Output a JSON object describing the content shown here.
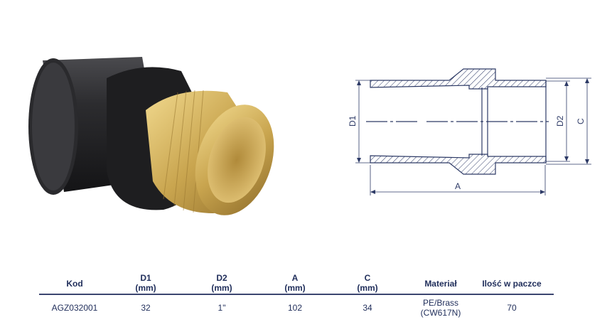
{
  "drawing": {
    "labels": {
      "d1": "D1",
      "d2": "D2",
      "c": "C",
      "a": "A"
    }
  },
  "table": {
    "headers": [
      {
        "line1": "Kod",
        "line2": ""
      },
      {
        "line1": "D1",
        "line2": "(mm)"
      },
      {
        "line1": "D2",
        "line2": "(mm)"
      },
      {
        "line1": "A",
        "line2": "(mm)"
      },
      {
        "line1": "C",
        "line2": "(mm)"
      },
      {
        "line1": "Materiał",
        "line2": ""
      },
      {
        "line1": "Ilość w paczce",
        "line2": ""
      }
    ],
    "rows": [
      {
        "kod": "AGZ032001",
        "d1": "32",
        "d2": "1\"",
        "a": "102",
        "c": "34",
        "material_1": "PE/Brass",
        "material_2": "(CW617N)",
        "qty": "70"
      }
    ]
  },
  "colors": {
    "text": "#1f2d5a",
    "line": "#2d3a66",
    "pe": "#2b2b2d",
    "brass": "#c9a54f"
  }
}
